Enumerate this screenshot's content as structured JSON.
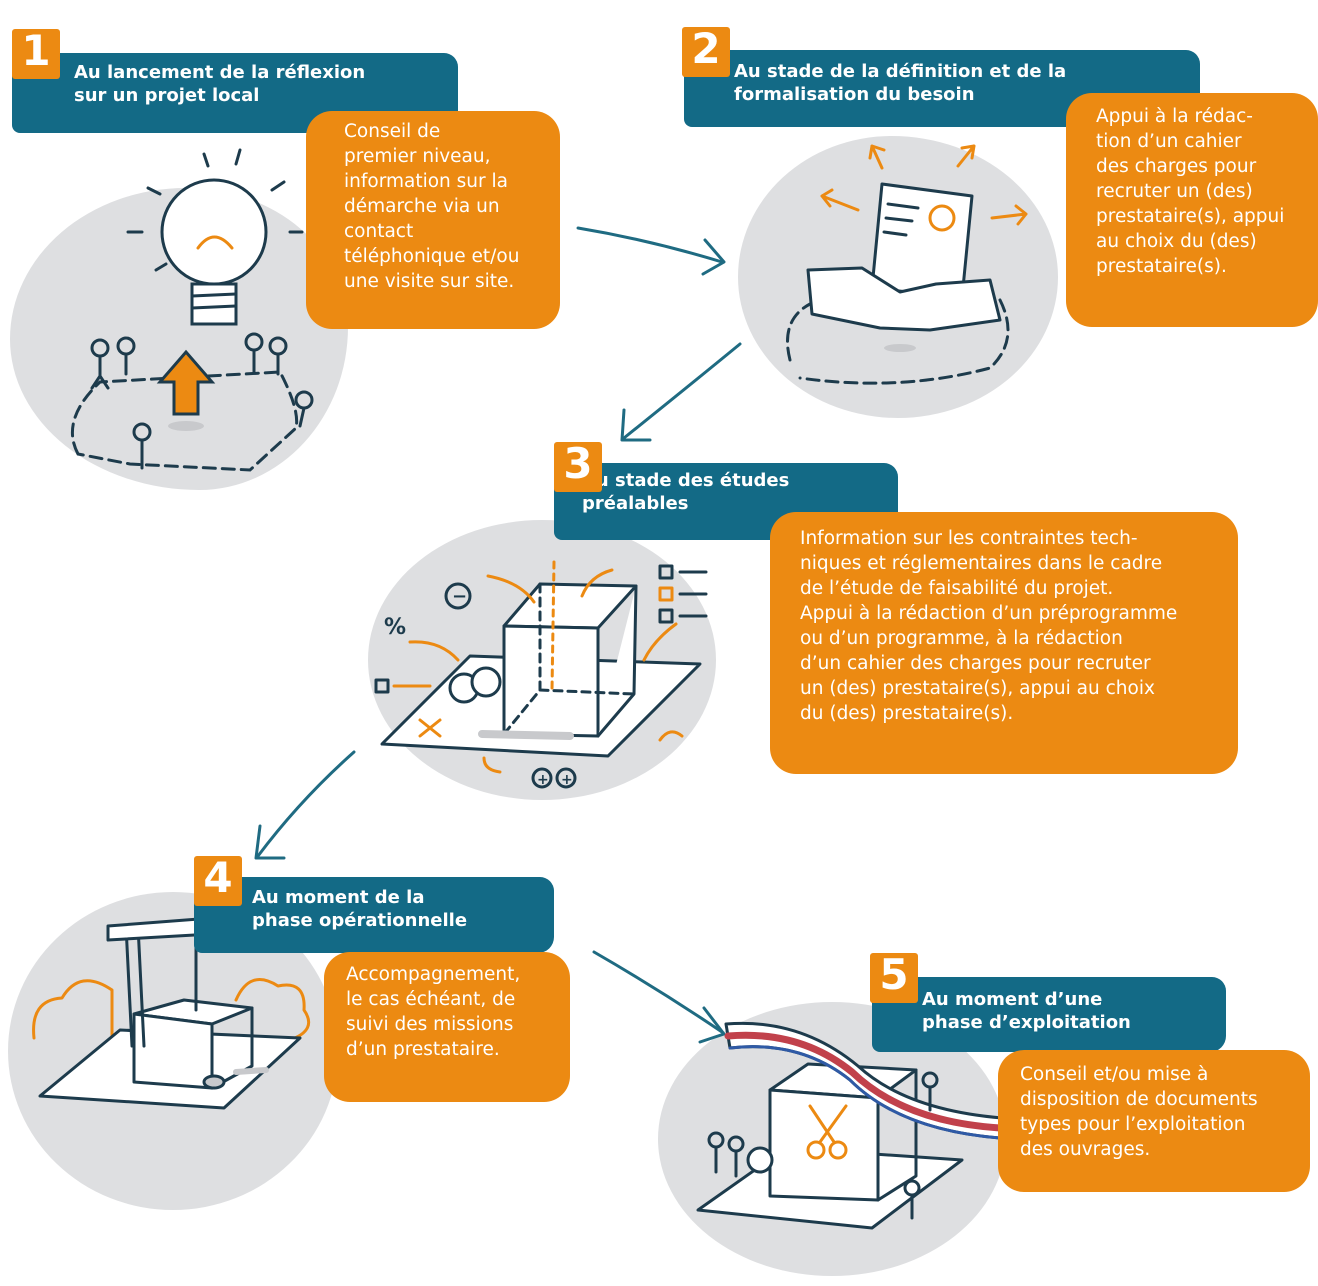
{
  "steps": [
    {
      "number": "1",
      "title": "Au lancement de la réflexion\nsur un projet local",
      "description": "Conseil de\npremier niveau,\ninformation sur la\ndémarche via un\ncontact\ntéléphonique et/ou\nune visite sur site."
    },
    {
      "number": "2",
      "title": "Au stade de la définition et de la\nformalisation du besoin",
      "description": "Appui à la rédac-\ntion d’un cahier\ndes charges pour\nrecruter un (des)\nprestataire(s), appui\nau choix du (des)\nprestataire(s)."
    },
    {
      "number": "3",
      "title": "Au stade des études\npréalables",
      "description": "Information sur les contraintes tech-\nniques et réglementaires dans le cadre\nde l’étude de faisabilité du projet.\nAppui à la rédaction d’un préprogramme\nou d’un programme, à la rédaction\nd’un cahier des charges pour recruter\nun (des) prestataire(s), appui au choix\ndu (des) prestataire(s)."
    },
    {
      "number": "4",
      "title": "Au moment de la\nphase opérationnelle",
      "description": "Accompagnement,\nle cas échéant, de\nsuivi des missions\nd’un prestataire."
    },
    {
      "number": "5",
      "title": "Au moment d’une\nphase d’exploitation",
      "description": "Conseil et/ou mise à\ndisposition de documents\ntypes pour l’exploitation\ndes ouvrages."
    }
  ],
  "illustration_symbols": {
    "minus": "−",
    "percent": "%",
    "plus": "+"
  },
  "colors": {
    "header": "#136a86",
    "accent": "#ec8a12",
    "blob": "#dedfe1",
    "arrow": "#1f6b82"
  }
}
